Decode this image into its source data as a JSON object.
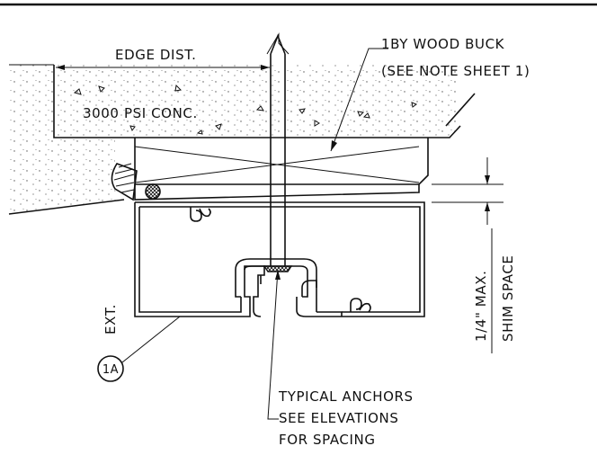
{
  "labels": {
    "edge_dist": "EDGE DIST.",
    "buck_line1": "1BY WOOD BUCK",
    "buck_line2": "(SEE NOTE SHEET 1)",
    "concrete": "3000 PSI CONC.",
    "ext": "EXT.",
    "shim_line1": "1/4\" MAX.",
    "shim_line2": "SHIM SPACE",
    "callout": "1A",
    "anchor_line1": "TYPICAL ANCHORS",
    "anchor_line2": "SEE ELEVATIONS",
    "anchor_line3": "FOR SPACING"
  },
  "colors": {
    "ink": "#111111",
    "paper": "#ffffff"
  }
}
